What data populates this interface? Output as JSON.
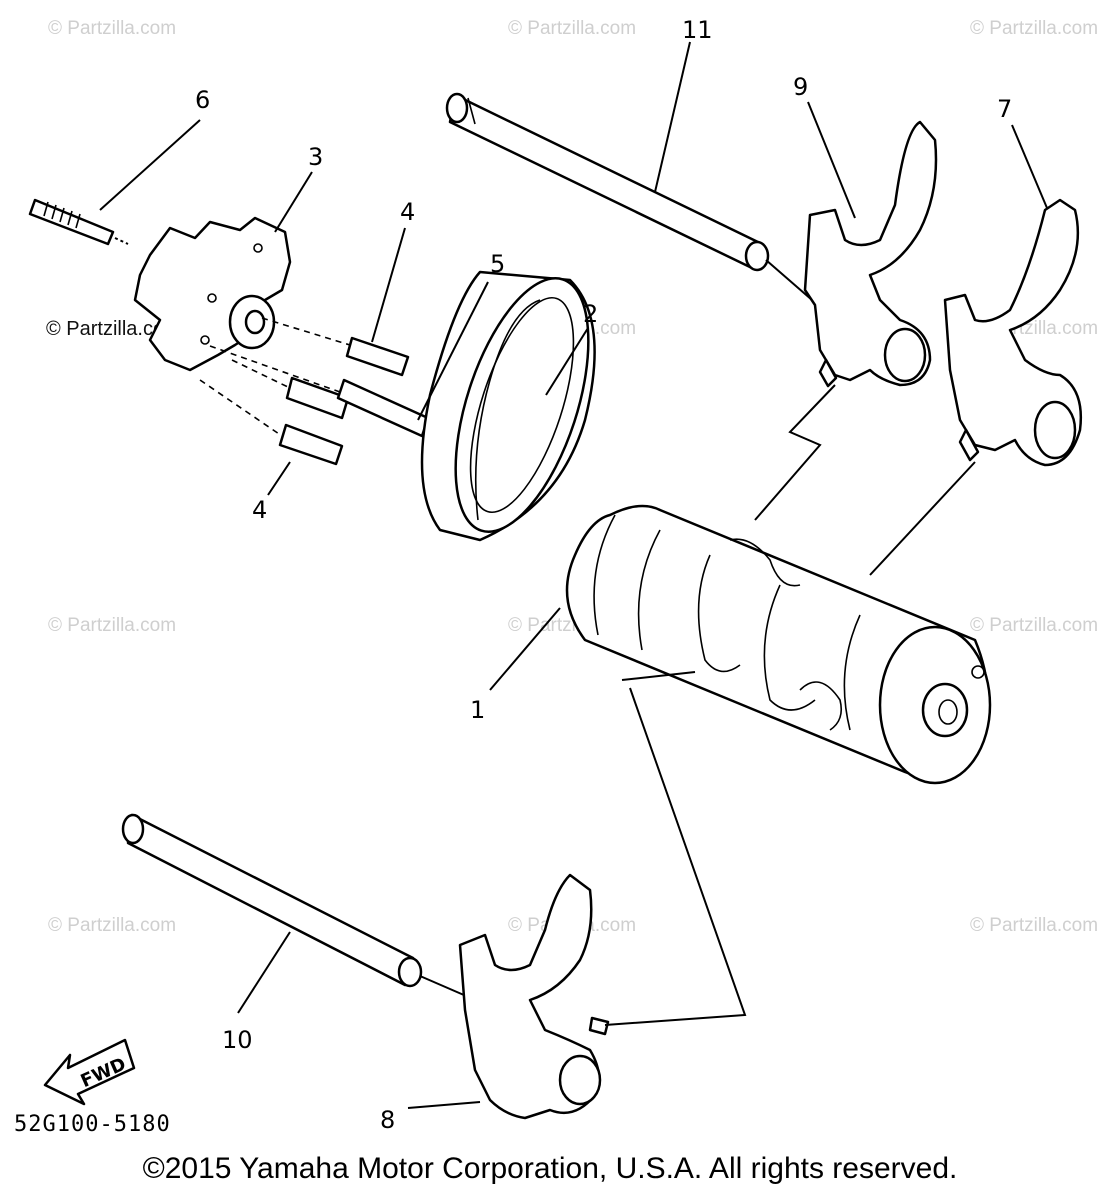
{
  "watermark": "© Partzilla.com",
  "diagram_code": "52G100-5180",
  "fwd_label": "FWD",
  "copyright": "©2015 Yamaha Motor Corporation, U.S.A. All rights reserved.",
  "callouts": {
    "c1": "1",
    "c2": "2",
    "c3": "3",
    "c4a": "4",
    "c4b": "4",
    "c5": "5",
    "c6": "6",
    "c7": "7",
    "c8": "8",
    "c9": "9",
    "c10": "10",
    "c11": "11"
  },
  "parts": {
    "drum": "shift-drum",
    "bearing": "bearing",
    "segment": "segment",
    "pins": "dowel-pins",
    "bolt": "bolt",
    "fork3": "shift-fork-7",
    "fork1": "shift-fork-8",
    "fork2": "shift-fork-9",
    "rod_lower": "guide-bar-10",
    "rod_upper": "guide-bar-11"
  }
}
